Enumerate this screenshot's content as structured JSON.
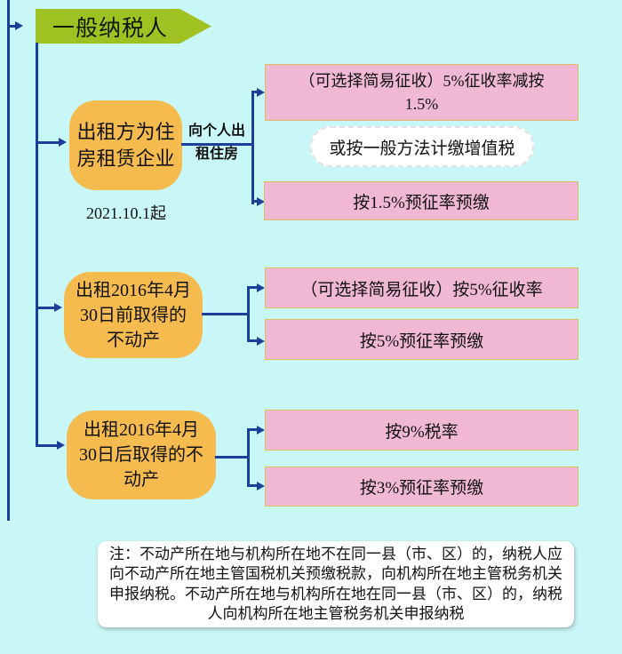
{
  "banner": {
    "label": "一般纳税人"
  },
  "section1": {
    "node_line1": "出租方为住",
    "node_line2": "房租赁企业",
    "date_note": "2021.10.1起",
    "edge_label_line1": "向个人出",
    "edge_label_line2": "租住房",
    "outcome_simple_line1": "（可选择简易征收）5%征收率减按",
    "outcome_simple_line2": "1.5%",
    "outcome_general": "或按一般方法计缴增值税",
    "outcome_prepay": "按1.5%预征率预缴"
  },
  "section2": {
    "node_line1": "出租2016年4月",
    "node_line2": "30日前取得的",
    "node_line3": "不动产",
    "outcome_simple": "（可选择简易征收）按5%征收率",
    "outcome_prepay": "按5%预征率预缴"
  },
  "section3": {
    "node_line1": "出租2016年4月",
    "node_line2": "30日后取得的不",
    "node_line3": "动产",
    "outcome_rate": "按9%税率",
    "outcome_prepay": "按3%预征率预缴"
  },
  "footnote": {
    "line1": "注：不动产所在地与机构所在地不在同一县（市、区）的，纳税人应",
    "line2": "向不动产所在地主管国税机关预缴税款，向机构所在地主管税务机关",
    "line3": "申报纳税。不动产所在地与机构所在地在同一县（市、区）的，纳税",
    "line4": "人向机构所在地主管税务机关申报纳税"
  },
  "colors": {
    "background": "#c9f6f7",
    "banner_green": "#a0c122",
    "node_orange": "#f6bb4e",
    "outcome_pink": "#f0b8d3",
    "outcome_border": "#ddbe62",
    "connector_navy": "#1d3f9c",
    "footnote_bg": "#ffffff",
    "text": "#111111"
  }
}
